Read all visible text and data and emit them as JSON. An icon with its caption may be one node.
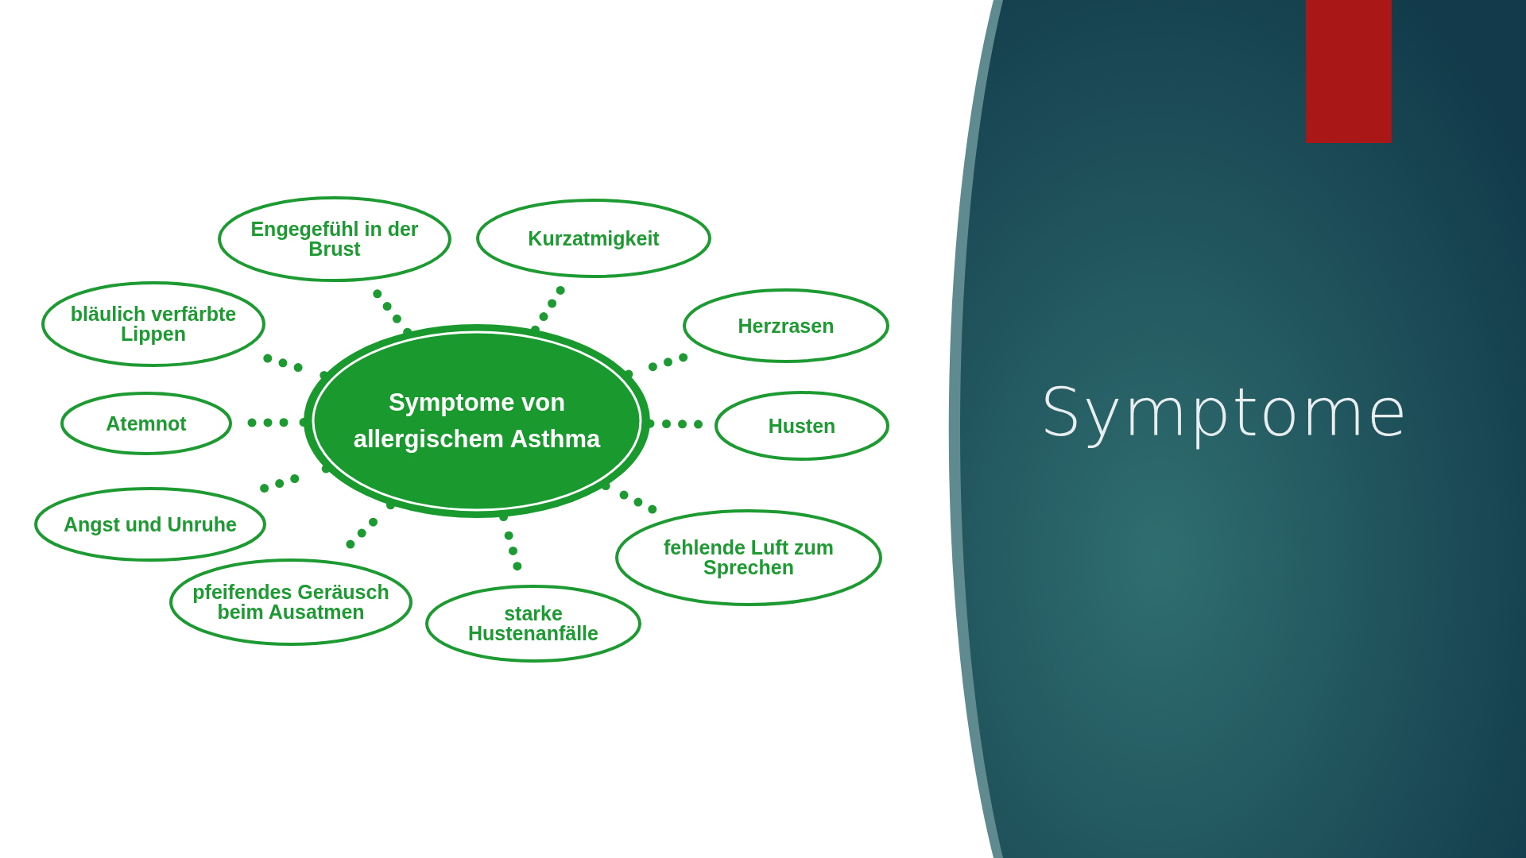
{
  "diagram": {
    "title": "Symptome",
    "nodes": [
      {
        "text": [
          "Symptome von allergischem Asthma"
        ]
      },
      {
        "text": [
          "Engegefühl in der Brust"
        ]
      },
      {
        "text": [
          "Kurzatmigkeit"
        ]
      },
      {
        "text": [
          "bläulich verfärbte Lippen"
        ]
      },
      {
        "text": [
          "Herzrasen"
        ]
      },
      {
        "text": [
          "Atemnot"
        ]
      },
      {
        "text": [
          "Husten"
        ]
      },
      {
        "text": [
          "Angst und Unruhe"
        ]
      },
      {
        "text": [
          "fehlende Luft zum Sprechen"
        ]
      },
      {
        "text": [
          "pfeifendes Geräusch beim Ausatmen"
        ]
      },
      {
        "text": [
          "starke Hustenanfälle"
        ]
      }
    ],
    "edges": [
      {
        "from": 0,
        "to": 1,
        "arrow": "none"
      },
      {
        "from": 0,
        "to": 2,
        "arrow": "none"
      },
      {
        "from": 0,
        "to": 3,
        "arrow": "none"
      },
      {
        "from": 0,
        "to": 4,
        "arrow": "none"
      },
      {
        "from": 0,
        "to": 5,
        "arrow": "none"
      },
      {
        "from": 0,
        "to": 6,
        "arrow": "none"
      },
      {
        "from": 0,
        "to": 7,
        "arrow": "none"
      },
      {
        "from": 0,
        "to": 8,
        "arrow": "none"
      },
      {
        "from": 0,
        "to": 9,
        "arrow": "none"
      },
      {
        "from": 0,
        "to": 10,
        "arrow": "none"
      }
    ]
  }
}
